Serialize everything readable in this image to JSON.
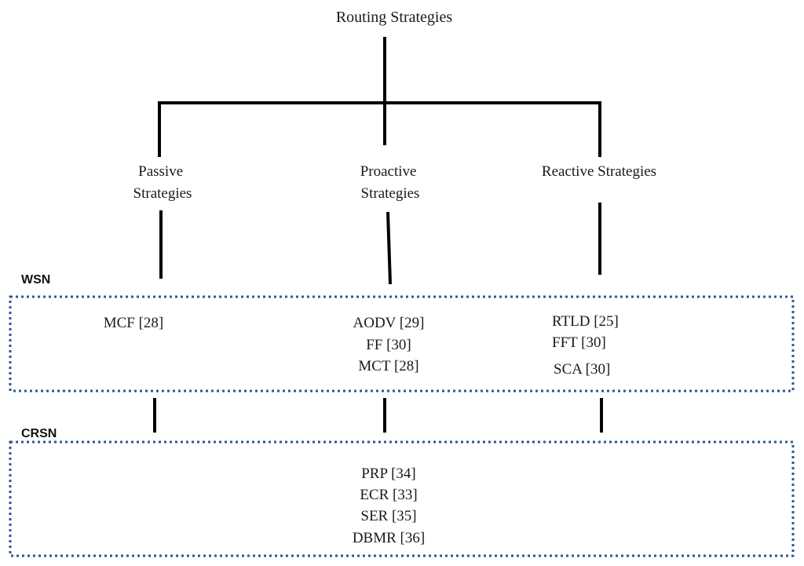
{
  "root": "Routing Strategies",
  "categories": {
    "passive": [
      "Passive",
      "Strategies"
    ],
    "proactive": [
      "Proactive",
      "Strategies"
    ],
    "reactive": [
      "Reactive Strategies"
    ]
  },
  "wsn": {
    "label": "WSN",
    "passive": [
      "MCF [28]"
    ],
    "proactive": [
      "AODV [29]",
      "FF [30]",
      "MCT [28]"
    ],
    "reactive": [
      "RTLD [25]",
      "FFT [30]",
      "SCA [30]"
    ]
  },
  "crsn": {
    "label": "CRSN",
    "items": [
      "PRP [34]",
      "ECR [33]",
      "SER [35]",
      "DBMR [36]"
    ]
  },
  "colors": {
    "box_border": "#2f5597",
    "lines": "#000000"
  }
}
